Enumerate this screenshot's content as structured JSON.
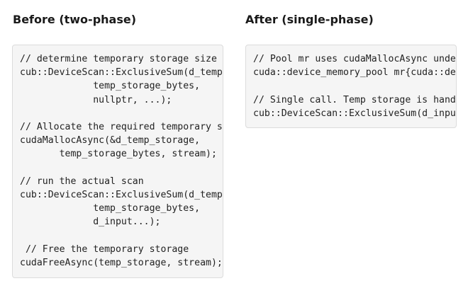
{
  "columns": {
    "before": {
      "title": "Before (two-phase)",
      "code_lines": [
        "// determine temporary storage size",
        "cub::DeviceScan::ExclusiveSum(d_temp",
        "             temp_storage_bytes,",
        "             nullptr, ...);",
        "",
        "// Allocate the required temporary s",
        "cudaMallocAsync(&d_temp_storage,",
        "       temp_storage_bytes, stream);",
        "",
        "// run the actual scan",
        "cub::DeviceScan::ExclusiveSum(d_temp",
        "             temp_storage_bytes,",
        "             d_input...);",
        "",
        " // Free the temporary storage",
        "cudaFreeAsync(temp_storage, stream);"
      ]
    },
    "after": {
      "title": "After (single-phase)",
      "code_lines": [
        "// Pool mr uses cudaMallocAsync unde",
        "cuda::device_memory_pool mr{cuda::de",
        "",
        "// Single call. Temp storage is hand",
        "cub::DeviceScan::ExclusiveSum(d_inpu"
      ]
    }
  }
}
